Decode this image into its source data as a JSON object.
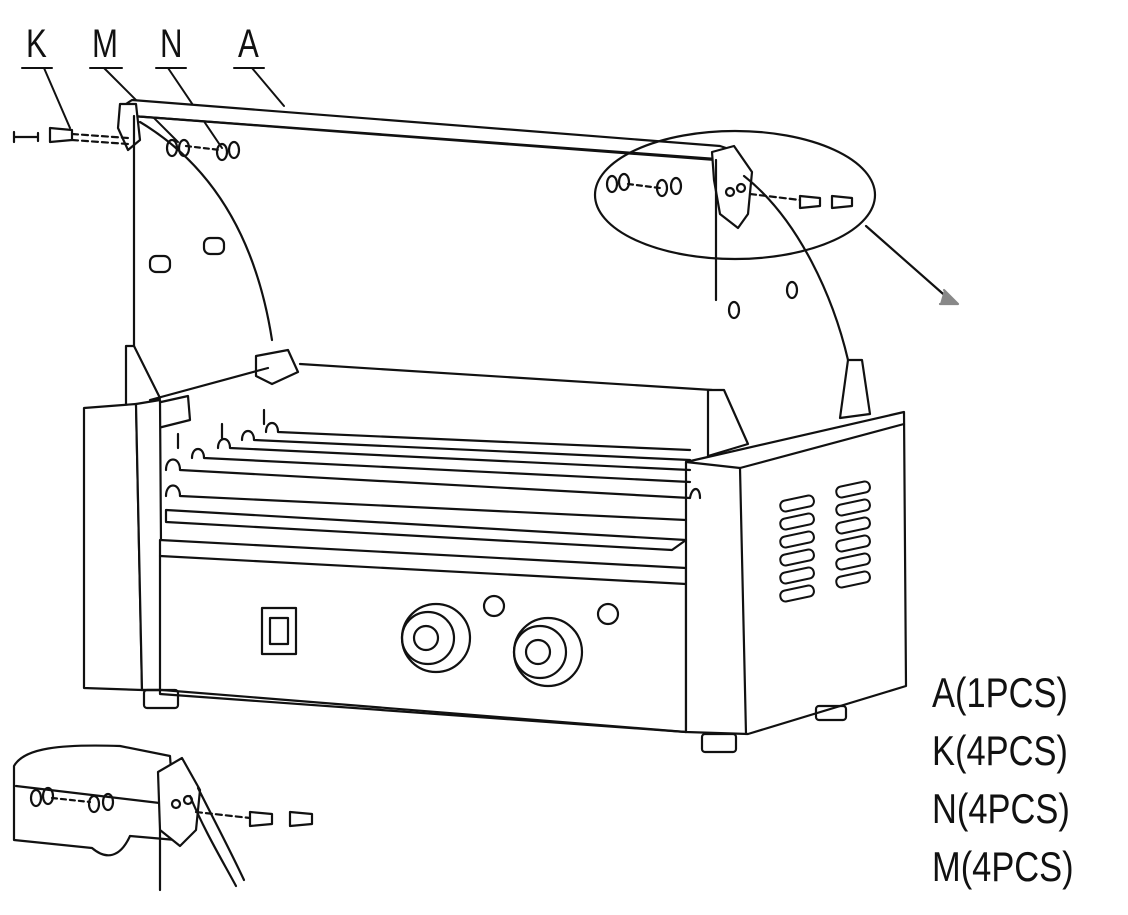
{
  "callouts": {
    "k": "K",
    "m": "M",
    "n": "N",
    "a": "A"
  },
  "parts_list": [
    {
      "letter": "A",
      "qty": "(1PCS)"
    },
    {
      "letter": "K",
      "qty": "(4PCS)"
    },
    {
      "letter": "N",
      "qty": "(4PCS)"
    },
    {
      "letter": "M",
      "qty": "(4PCS)"
    }
  ],
  "caption": "",
  "colors": {
    "line": "#111111",
    "background": "#ffffff"
  }
}
